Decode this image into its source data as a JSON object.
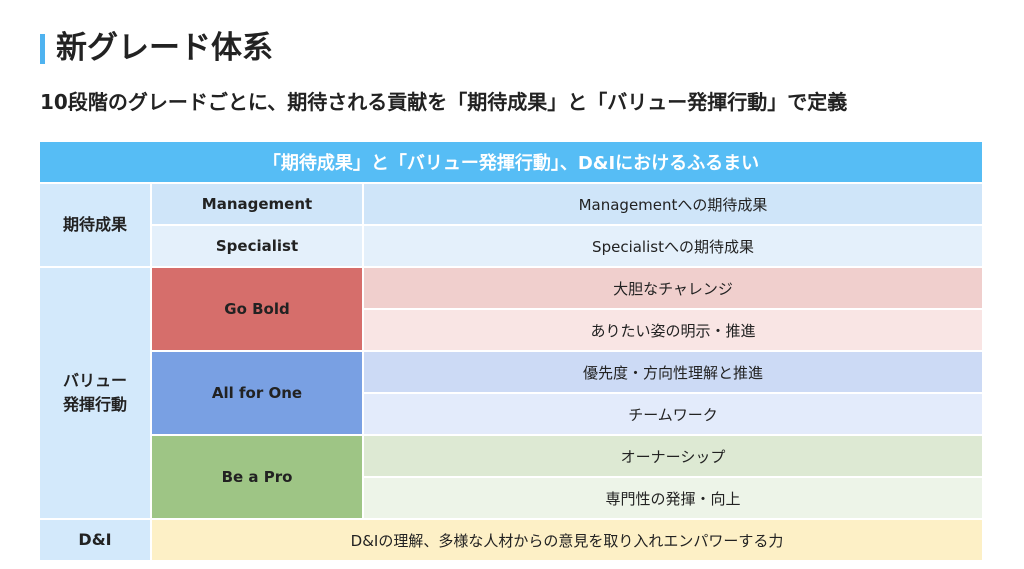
{
  "page": {
    "title": "新グレード体系",
    "subtitle": "10段階のグレードごとに、期待される貢献を「期待成果」と「バリュー発揮行動」で定義"
  },
  "table": {
    "header": "「期待成果」と「バリュー発揮行動」、D&Iにおけるふるまい",
    "outcomes": {
      "label": "期待成果",
      "rows": [
        {
          "role": "Management",
          "description": "Managementへの期待成果"
        },
        {
          "role": "Specialist",
          "description": "Specialistへの期待成果"
        }
      ]
    },
    "values": {
      "label_line1": "バリュー",
      "label_line2": "発揮行動",
      "groups": [
        {
          "name": "Go Bold",
          "color": "#d66e6b",
          "items": [
            "大胆なチャレンジ",
            "ありたい姿の明示・推進"
          ]
        },
        {
          "name": "All for One",
          "color": "#79a0e3",
          "items": [
            "優先度・方向性理解と推進",
            "チームワーク"
          ]
        },
        {
          "name": "Be a Pro",
          "color": "#9ec585",
          "items": [
            "オーナーシップ",
            "専門性の発揮・向上"
          ]
        }
      ]
    },
    "di": {
      "label": "D&I",
      "description": "D&Iの理解、多様な人材からの意見を取り入れエンパワーする力"
    }
  },
  "colors": {
    "accent": "#4fb3f0",
    "header_bg": "#56bdf5",
    "category_bg": "#d3e9fb",
    "di_bg": "#fdf0c6"
  }
}
